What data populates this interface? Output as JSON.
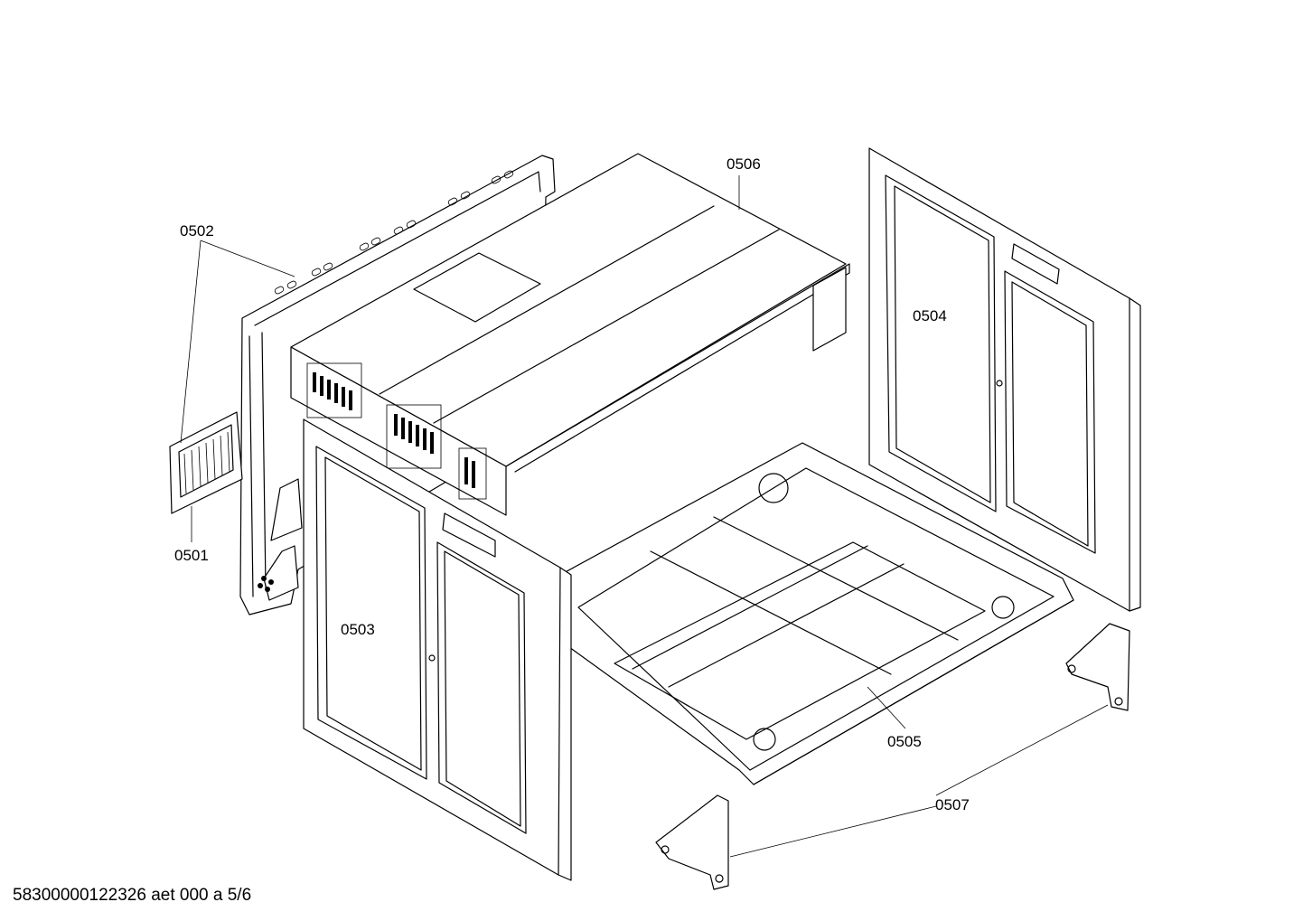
{
  "parts": [
    {
      "id": "0501"
    },
    {
      "id": "0502"
    },
    {
      "id": "0503"
    },
    {
      "id": "0504"
    },
    {
      "id": "0505"
    },
    {
      "id": "0506"
    },
    {
      "id": "0507"
    }
  ],
  "footer": {
    "text": "58300000122326 aet 000 a 5/6"
  }
}
